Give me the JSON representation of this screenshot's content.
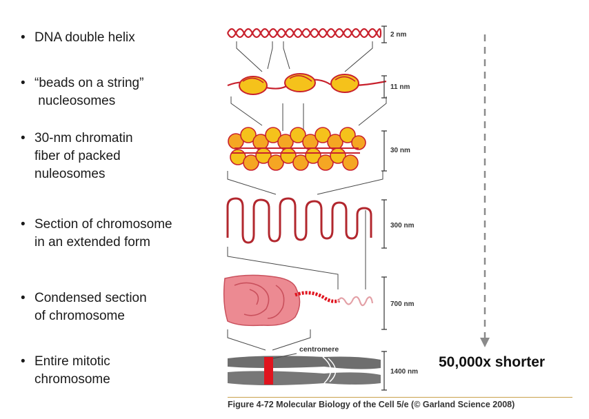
{
  "levels": [
    {
      "label": "DNA double helix",
      "bullet": "•",
      "dim": "2 nm"
    },
    {
      "label": "“beads on a string”\n nucleosomes",
      "bullet": "•",
      "dim": "11 nm"
    },
    {
      "label": "30-nm chromatin\nfiber of packed\nnuleosomes",
      "bullet": "•",
      "dim": "30 nm"
    },
    {
      "label": "Section of chromosome\nin an extended form",
      "bullet": "•",
      "dim": "300 nm"
    },
    {
      "label": "Condensed section\nof chromosome",
      "bullet": "•",
      "dim": "700 nm"
    },
    {
      "label": "Entire mitotic\nchromosome",
      "bullet": "•",
      "dim": "1400 nm"
    }
  ],
  "centromere_label": "centromere",
  "summary": "50,000x shorter",
  "caption": "Figure 4-72  Molecular Biology of the Cell 5/e (© Garland Science 2008)",
  "colors": {
    "dna_red": "#c8202c",
    "bead_yellow": "#f5c21b",
    "fiber_orange": "#f2a52a",
    "condensed_pink": "#e8707a",
    "chromosome_gray": "#6e6e6e",
    "centromere_red": "#e0141e"
  }
}
